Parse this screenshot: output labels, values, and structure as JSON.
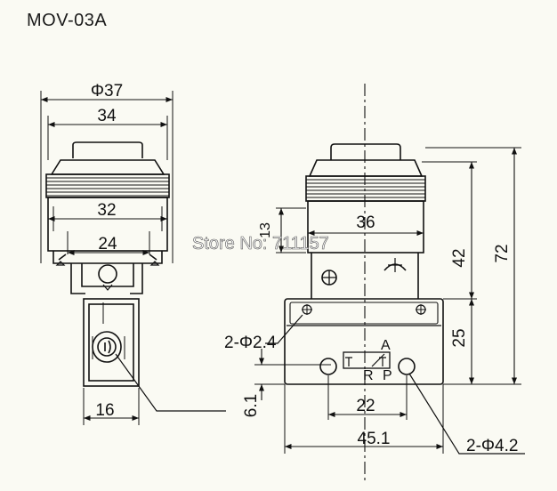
{
  "model": "MOV-03A",
  "watermark": "Store No: 711157",
  "dims": {
    "d_phi37": "Φ37",
    "d_34": "34",
    "d_32": "32",
    "d_24": "24",
    "d_16": "16",
    "d_36": "36",
    "d_13": "13",
    "d_42": "42",
    "d_72": "72",
    "d_25": "25",
    "d_hole24": "2-Φ2.4",
    "d_61": "6.1",
    "d_22": "22",
    "d_451": "45.1",
    "d_hole42": "2-Φ4.2"
  },
  "ports": {
    "a": "A",
    "r": "R",
    "p": "P"
  }
}
